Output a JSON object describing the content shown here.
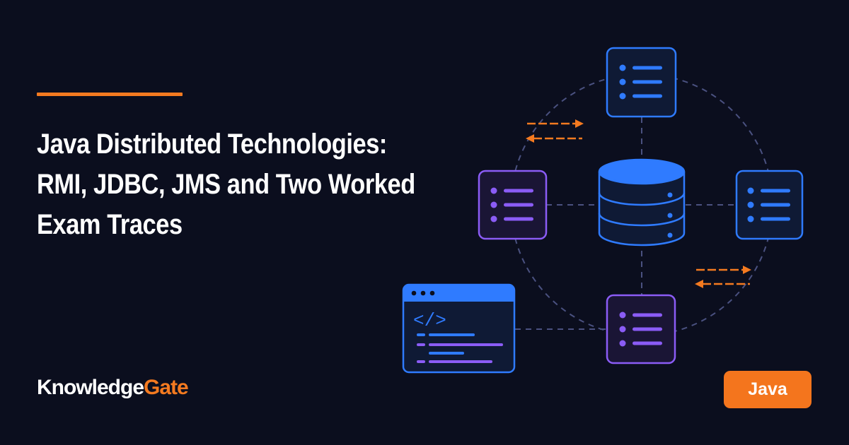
{
  "title": {
    "line1": "Java Distributed Technologies:",
    "line2": "RMI, JDBC, JMS and Two Worked",
    "line3": "Exam Traces"
  },
  "brand": {
    "part1": "Knowledge",
    "part2": "Gate"
  },
  "tag": {
    "label": "Java"
  },
  "code_glyph": "</>",
  "colors": {
    "background": "#0b0e1e",
    "accent_orange": "#f47a20",
    "node_blue": "#2f7bff",
    "node_purple": "#8b5cf6",
    "dashed_line": "#4a5180"
  },
  "icons": {
    "database": "database-icon",
    "list_node": "list-icon",
    "code_window": "code-window-icon",
    "arrows": "bidirectional-arrows-icon"
  }
}
